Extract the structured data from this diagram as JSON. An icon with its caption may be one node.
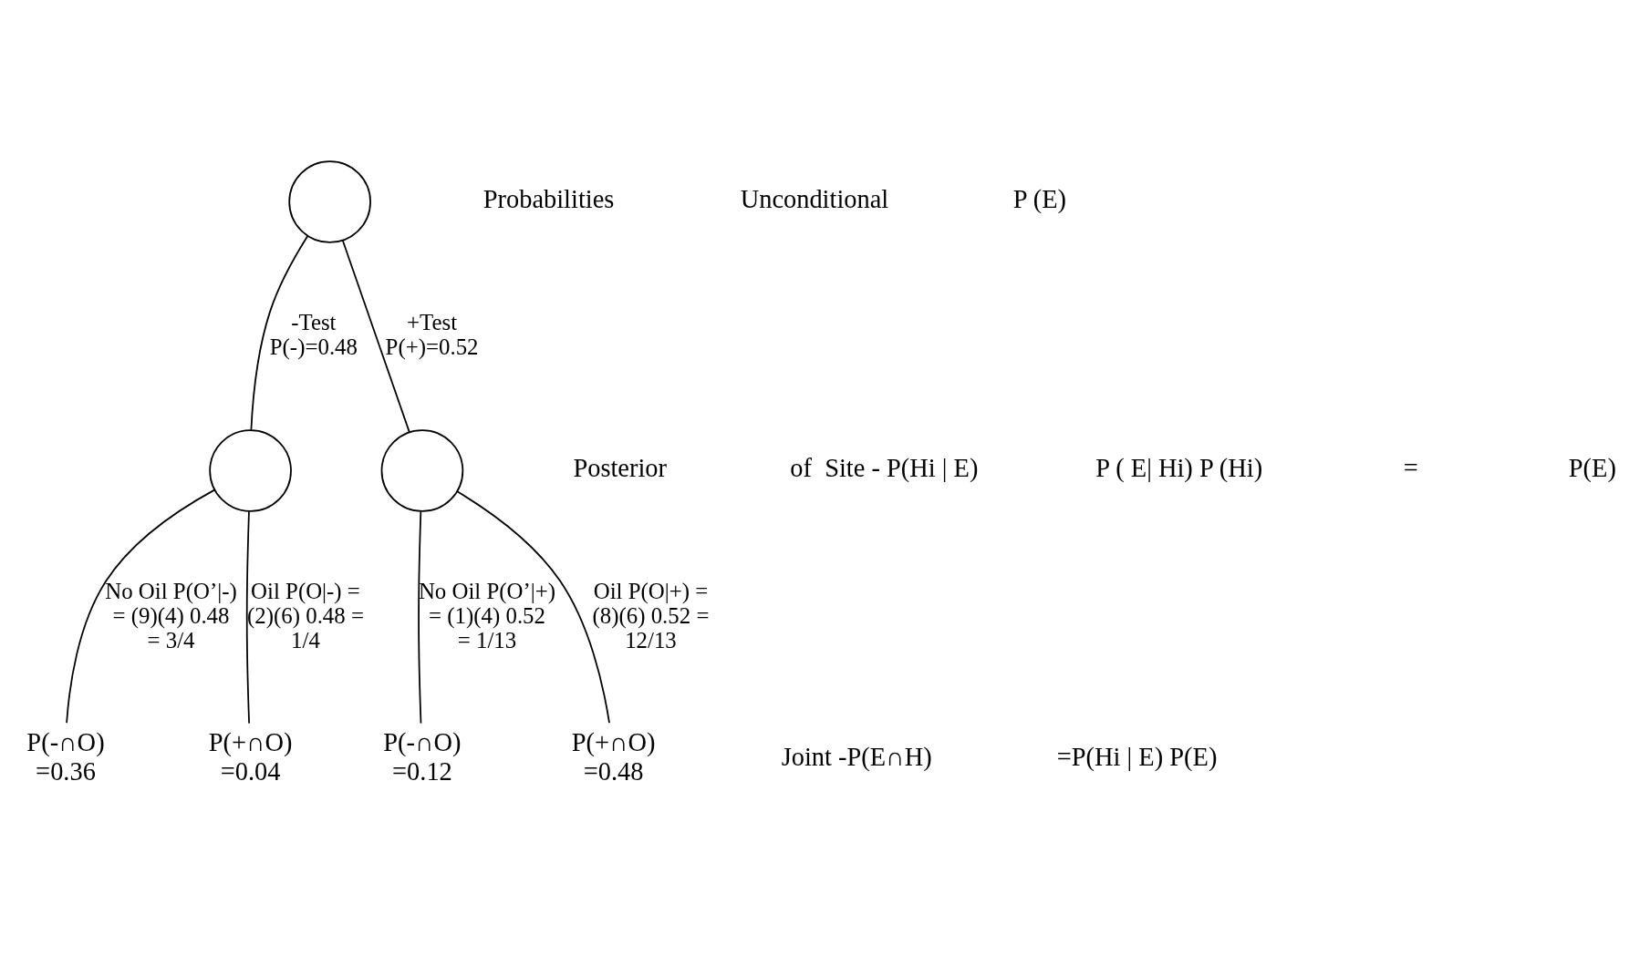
{
  "diagram": {
    "nodes": [
      {
        "text": [],
        "shape": "circle"
      },
      {
        "text": [],
        "shape": "circle"
      },
      {
        "text": [],
        "shape": "circle"
      },
      {
        "text": [
          "P(-∩O)",
          "=0.36"
        ]
      },
      {
        "text": [
          "P(+∩O)",
          "=0.04"
        ]
      },
      {
        "text": [
          "P(-∩O)",
          "=0.12"
        ]
      },
      {
        "text": [
          "P(+∩O)",
          "=0.48"
        ]
      }
    ],
    "edges": [
      {
        "from": 0,
        "to": 1,
        "arrow": "none",
        "label": "-Test P(-)=0.48"
      },
      {
        "from": 0,
        "to": 2,
        "arrow": "none",
        "label": "+Test P(+)=0.52"
      },
      {
        "from": 1,
        "to": 3,
        "arrow": "none",
        "label": "No Oil P(O’|-) = (9)(4) 0.48 = 3/4"
      },
      {
        "from": 1,
        "to": 4,
        "arrow": "none",
        "label": "Oil P(O|-) = (2)(6) 0.48 = 1/4"
      },
      {
        "from": 2,
        "to": 5,
        "arrow": "none",
        "label": "No Oil P(O’|+) = (1)(4) 0.52 = 1/13"
      },
      {
        "from": 2,
        "to": 6,
        "arrow": "none",
        "label": "Oil P(O|+) = (8)(6) 0.52 = 12/13"
      }
    ],
    "labels": [
      "Probabilities",
      "Unconditional",
      "P (E)",
      "Posterior",
      "of  Site - P(Hi | E)",
      "P ( E| Hi) P (Hi)",
      "=",
      "P(E)",
      "Joint -P(E∩H)",
      "=P(Hi | E) P(E)"
    ]
  }
}
